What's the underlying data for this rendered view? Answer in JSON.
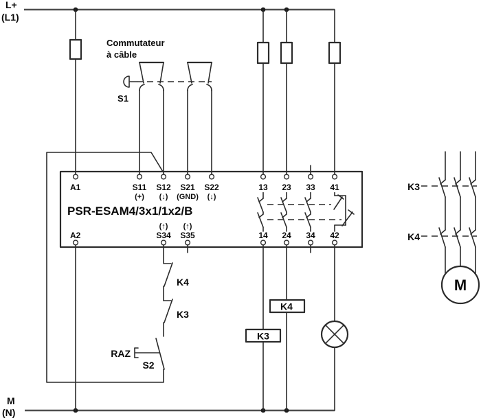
{
  "diagram": {
    "supply": {
      "lplus": "L+",
      "l1": "(L1)",
      "m": "M",
      "n": "(N)"
    },
    "cable_switch": {
      "line1": "Commutateur",
      "line2": "à câble",
      "s1": "S1"
    },
    "relay": {
      "model": "PSR-ESAM4/3x1/1x2/B",
      "a1": "A1",
      "a2": "A2",
      "s11": "S11",
      "s11_sub": "(+)",
      "s12": "S12",
      "s12_sub": "(↓)",
      "s21": "S21",
      "s21_sub": "(GND)",
      "s22": "S22",
      "s22_sub": "(↓)",
      "s34_sup": "(↑)",
      "s34": "S34",
      "s35_sup": "(↑)",
      "s35": "S35",
      "t13": "13",
      "t23": "23",
      "t33": "33",
      "t41": "41",
      "t14": "14",
      "t24": "24",
      "t34": "34",
      "t42": "42"
    },
    "reset_chain": {
      "k4": "K4",
      "k3": "K3",
      "raz": "RAZ",
      "s2": "S2"
    },
    "coils": {
      "k3": "K3",
      "k4": "K4"
    },
    "contactor": {
      "k3": "K3",
      "k4": "K4",
      "motor": "M"
    },
    "colors": {
      "wire": "#2b2b2b",
      "rail": "#4f4f4f",
      "background": "#ffffff"
    }
  }
}
